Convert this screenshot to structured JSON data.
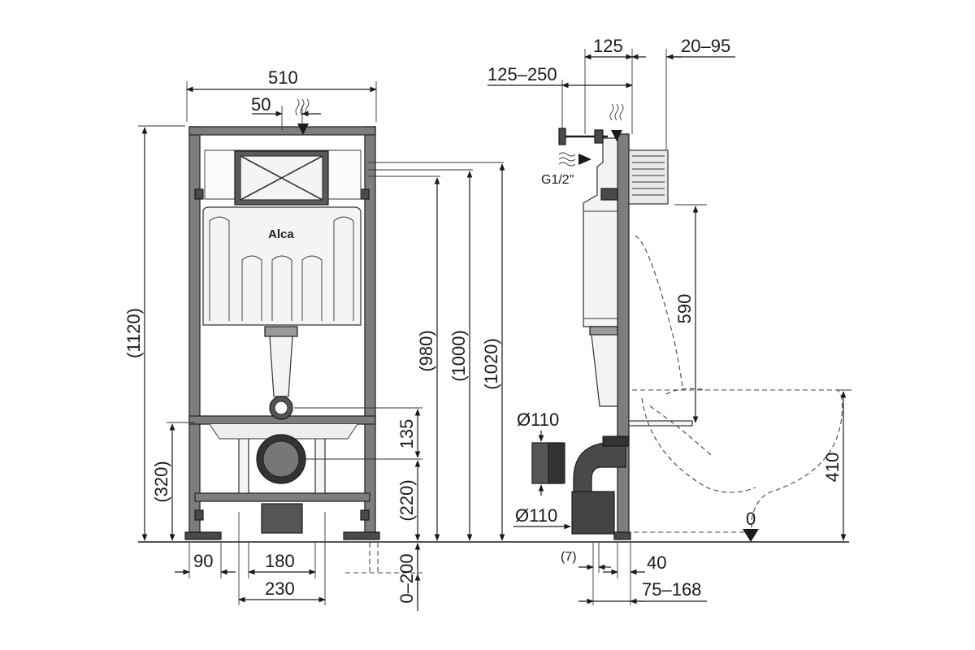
{
  "brand": "Alca",
  "front": {
    "width_total": "510",
    "offset_top": "50",
    "height_frame": "(1120)",
    "height_980": "(980)",
    "height_1000": "(1000)",
    "height_1020": "(1020)",
    "height_135": "135",
    "height_220": "(220)",
    "height_320": "(320)",
    "floor_range": "0–200",
    "foot_90": "90",
    "width_180": "180",
    "width_230": "230"
  },
  "side": {
    "depth_125": "125",
    "range_20_95": "20–95",
    "range_125_250": "125–250",
    "pipe_g12": "G1/2\"",
    "diam_upper": "Ø110",
    "diam_lower": "Ø110",
    "height_590": "590",
    "height_410": "410",
    "zero_level": "0",
    "gap_7": "(7)",
    "width_40": "40",
    "range_75_168": "75–168"
  }
}
